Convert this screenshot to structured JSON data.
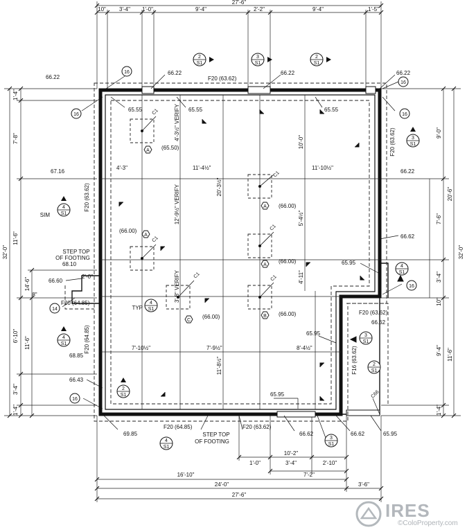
{
  "dims_top": {
    "overall": "27'-6\"",
    "a": "10\"",
    "b": "3'-4\"",
    "c": "1'-0\"",
    "d": "9'-4\"",
    "e": "2'-2\"",
    "f": "9'-4\"",
    "g": "1'-5\""
  },
  "dims_left": {
    "overall": "32'-0\"",
    "a": "1'-4\"",
    "b": "7'-8\"",
    "c": "11'-6\"",
    "d": "8\"",
    "e": "6'-10\"",
    "f": "3'-4\"",
    "g": "1'-4\"",
    "h": "14'-6\"",
    "i": "11'-6\""
  },
  "dims_right": {
    "overall": "32'-0\"",
    "a": "9'-0\"",
    "b": "20'-6\"",
    "c": "7'-6\"",
    "d": "3'-4\"",
    "e": "10\"",
    "f": "9'-4\"",
    "g": "11'-6\"",
    "h": "1'-4\""
  },
  "dims_bottom": {
    "a": "1'-0\"",
    "b": "3'-4\"",
    "c": "2'-10\"",
    "d": "10'-2\"",
    "e": "7'-2\"",
    "f": "16'-10\"",
    "g": "24'-0\"",
    "h": "3'-6\"",
    "overall": "27'-6\""
  },
  "dims_interior": {
    "h1": "4'-3\"",
    "h2": "11'-4½\"",
    "h3": "11'-10½\"",
    "h4": "7'-10½\"",
    "h5": "7'-9½\"",
    "h6": "8'-4½\"",
    "v1": "4'-3½\" VERIFY",
    "v2": "10'-0\"",
    "v3": "12'-9½\" VERIFY",
    "v4": "20'-3½\"",
    "v5": "5'-4½\"",
    "v6": "3'-8\" VERIFY",
    "v7": "4'-11\"",
    "v8": "11'-8½\"",
    "v9": "2'-0\""
  },
  "elevations": {
    "e1": "66.22",
    "e2": "66.22",
    "e3": "66.22",
    "e4": "66.22",
    "e5": "65.55",
    "e6": "65.55",
    "e7": "65.55",
    "e8": "67.16",
    "e9": "66.22",
    "e10": "66.62",
    "e11": "65.95",
    "e12": "68.10",
    "e13": "66.60",
    "e14": "66.62",
    "e15": "65.95",
    "e16": "68.85",
    "e17": "66.43",
    "e18": "65.95",
    "e19": "69.85",
    "e20": "66.62",
    "e21": "66.62",
    "e22": "65.95"
  },
  "footings": {
    "top": "F20 (63.62)",
    "left_upper": "F20 (63.62)",
    "right_upper": "F20 (63.62)",
    "left_mid": "F20 (64.85)",
    "left_lower": "F20 (64.85)",
    "right_notch": "F20 (63.62)",
    "right_lower": "F16 (63.62)",
    "bottom_left": "F20 (64.85)",
    "bottom_mid": "F20 (63.62)"
  },
  "pads": {
    "p1": "(65.50)",
    "p2": "(66.00)",
    "p3": "(66.00)",
    "p4": "(66.00)",
    "p5": "(66.00)",
    "p6": "(66.00)"
  },
  "pad_tags": {
    "a1": "A",
    "a2": "A",
    "a3": "A",
    "a4": "A",
    "b": "B",
    "c": "C"
  },
  "notes": {
    "step1": "STEP TOP",
    "step2": "OF FOOTING",
    "step3": "STEP TOP",
    "step4": "OF FOOTING",
    "sim": "SIM",
    "typ": "TYP",
    "c1": "C1",
    "c66": "C66"
  },
  "callouts": {
    "k16a": "16",
    "k16b": "16",
    "k16c": "16",
    "k16d": "16",
    "k16e": "16",
    "k16f": "16",
    "k14": "14"
  },
  "sections": {
    "num2": "2",
    "num3": "3",
    "num4": "4",
    "sheet": "S1"
  },
  "watermark": {
    "brand": "IRES",
    "site": "©ColoProperty.com"
  }
}
